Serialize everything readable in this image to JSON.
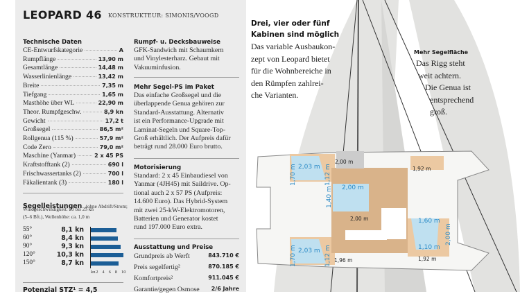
{
  "header": {
    "title": "LEOPARD 46",
    "designer": "KONSTRUKTEUR: SIMONIS/VOOGD"
  },
  "tech": {
    "heading": "Technische Daten",
    "rows": [
      {
        "label": "CE-Entwurfskategorie",
        "value": "A"
      },
      {
        "label": "Rumpflänge",
        "value": "13,90 m"
      },
      {
        "label": "Gesamtlänge",
        "value": "14,48 m"
      },
      {
        "label": "Wasserlinienlänge",
        "value": "13,42 m"
      },
      {
        "label": "Breite",
        "value": "7,35 m"
      },
      {
        "label": "Tiefgang",
        "value": "1,65 m"
      },
      {
        "label": "Masthöhe über WL",
        "value": "22,90 m"
      },
      {
        "label": "Theor. Rumpfgeschw.",
        "value": "8,9 kn"
      },
      {
        "label": "Gewicht",
        "value": "17,2 t"
      },
      {
        "label": "Großsegel",
        "value": "86,5 m²"
      },
      {
        "label": "Rollgenua (115 %)",
        "value": "57,9 m²"
      },
      {
        "label": "Code Zero",
        "value": "79,0 m²"
      },
      {
        "label": "Maschine (Yanmar)",
        "value": "2 x 45 PS"
      },
      {
        "label": "Kraftstofftank (2)",
        "value": "690 l"
      },
      {
        "label": "Frischwassertanks (2)",
        "value": "700 l"
      },
      {
        "label": "Fäkalientank (3)",
        "value": "180 l"
      }
    ]
  },
  "sail": {
    "heading": "Segelleistungen",
    "note1": "(ohne Abdrift/Strom;",
    "note2": "Windgeschwindigkeit: 20 bis 25 kn",
    "note3": "(5–6 Bft.), Wellenhöhe: ca. 1,0 m",
    "rows": [
      {
        "angle": "55°",
        "speed": "8,1 kn",
        "value": 8.1
      },
      {
        "angle": "60°",
        "speed": "8,4 kn",
        "value": 8.4
      },
      {
        "angle": "90°",
        "speed": "9,3 kn",
        "value": 9.3
      },
      {
        "angle": "120°",
        "speed": "10,3 kn",
        "value": 10.3
      },
      {
        "angle": "150°",
        "speed": "8,7 kn",
        "value": 8.7
      }
    ],
    "axis": [
      "kn",
      "2",
      "4",
      "6",
      "8",
      "10"
    ],
    "bar_color": "#1c5e96"
  },
  "potential": "Potenzial STZ¹ = 4,5",
  "hull": {
    "heading": "Rumpf- u. Decksbauweise",
    "lines": [
      "GFK-Sandwich mit Schaumkern",
      "und Vinylesterharz. Gebaut mit",
      "Vakuuminfusion."
    ]
  },
  "sailps": {
    "heading": "Mehr Segel-PS im Paket",
    "lines": [
      "Das einfache Großsegel und die",
      "überlappende Genua gehören zur",
      "Standard-Ausstattung. Alternativ",
      "ist ein Performance-Upgrade mit",
      "Laminat-Segeln und Square-Top-",
      "Groß erhältlich. Der Aufpreis dafür",
      "beträgt rund 28.000 Euro brutto."
    ]
  },
  "motor": {
    "heading": "Motorisierung",
    "lines": [
      "Standard: 2 x 45 Einbaudiesel von",
      "Yanmar (4JH45) mit Saildrive. Op-",
      "tional auch 2 x 57 PS (Aufpreis:",
      "14.600 Euro). Das Hybrid-System",
      "mit zwei 25-kW-Elektromotoren,",
      "Batterien und Generator kostet",
      "rund 197.000 Euro extra."
    ]
  },
  "prices": {
    "heading": "Ausstattung und Preise",
    "rows": [
      {
        "label": "Grundpreis ab Werft",
        "value": "843.710 €"
      },
      {
        "label": "Preis segelfertig²",
        "value": "870.185 €"
      },
      {
        "label": "Komfortpreis²",
        "value": "911.045 €"
      },
      {
        "label": "Garantie/gegen Osmose",
        "value": "2/6 Jahre"
      }
    ]
  },
  "cabins": {
    "title1": "Drei, vier oder fünf",
    "title2": "Kabinen sind möglich",
    "lines": [
      "Das variable Ausbaukon-",
      "zept von Leopard bietet",
      "für die Wohnbereiche in",
      "den Rümpfen zahlrei-",
      "che Varianten."
    ]
  },
  "sailarea": {
    "title": "Mehr Segelfläche",
    "lines": [
      "Das Rigg steht",
      "weit achtern.",
      "Die Genua ist",
      "entsprechend",
      "groß."
    ]
  },
  "plan": {
    "labels": [
      "1,70 m",
      "2,03 m",
      "1,12 m",
      "2,00 m",
      "1,92 m",
      "2,00 m",
      "1,40 m",
      "2,00 m",
      "1,60 m",
      "2,00 m",
      "1,10 m",
      "1,70 m",
      "2,03 m",
      "1,12 m",
      "1,96 m",
      "1,92 m"
    ]
  }
}
